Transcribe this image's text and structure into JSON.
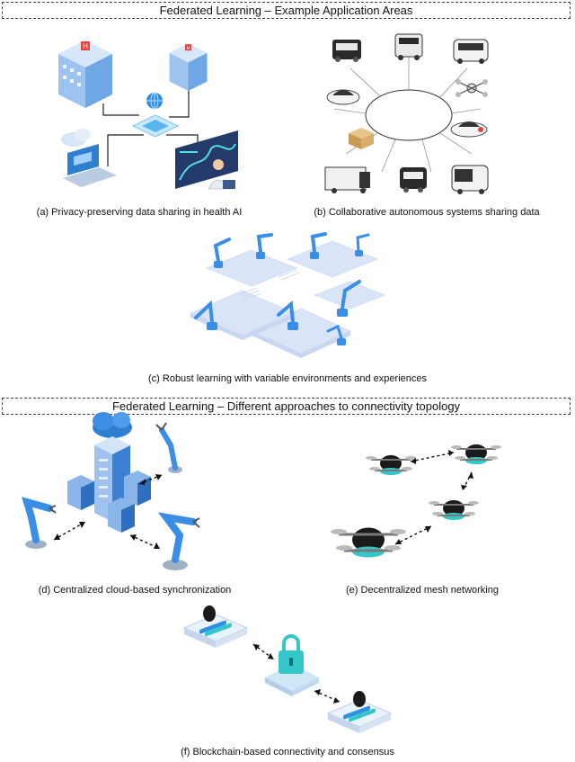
{
  "headers": {
    "top": "Federated Learning – Example Application Areas",
    "mid": "Federated Learning – Different approaches to connectivity topology"
  },
  "captions": {
    "a": "(a) Privacy-preserving data sharing in health AI",
    "b": "(b) Collaborative autonomous systems sharing data",
    "c": "(c) Robust learning with variable environments and experiences",
    "d": "(d) Centralized cloud-based synchronization",
    "e": "(e) Decentralized mesh networking",
    "f": "(f) Blockchain-based connectivity and consensus"
  },
  "colors": {
    "accent_blue": "#2f8fe0",
    "light_blue": "#bcd3f2",
    "dark": "#1d1d1d",
    "grey": "#8a8f99",
    "teal": "#35c6c9"
  },
  "icons": [
    "hospital-icon",
    "globe-icon",
    "chip-icon",
    "laptop-icon",
    "cloud-icon",
    "dashboard-icon",
    "doctor-icon",
    "truck-icon",
    "drone-icon",
    "car-icon",
    "package-icon",
    "robot-arm-icon",
    "server-icon",
    "lock-icon",
    "node-icon"
  ]
}
